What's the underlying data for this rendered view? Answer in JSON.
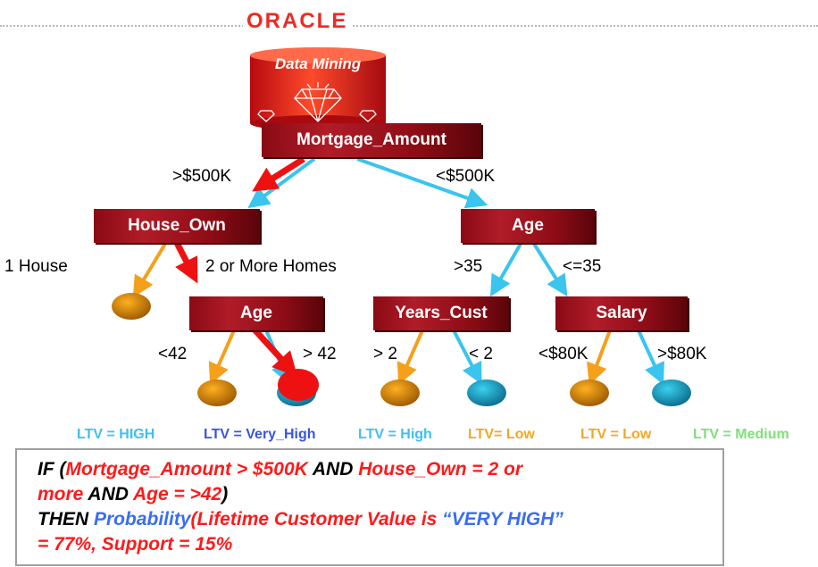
{
  "logo": "ORACLE",
  "database_label": "Data Mining",
  "nodes": {
    "root": "Mortgage_Amount",
    "house_own": "House_Own",
    "age_right": "Age",
    "age_left": "Age",
    "years_cust": "Years_Cust",
    "salary": "Salary"
  },
  "edge_labels": {
    "gt500k": ">$500K",
    "lt500k": "<$500K",
    "one_house": "1 House",
    "two_more": "2 or More Homes",
    "gt35": ">35",
    "le35": "<=35",
    "lt42": "<42",
    "gt42": "> 42",
    "gt2": "> 2",
    "lt2": "< 2",
    "lt80k": "<$80K",
    "gt80k": ">$80K"
  },
  "leaf_labels": [
    {
      "text": "LTV = HIGH",
      "color": "#3fc0ef"
    },
    {
      "text": "LTV = Very_High",
      "color": "#3a55e0"
    },
    {
      "text": "LTV = High",
      "color": "#3fc0ef"
    },
    {
      "text": "LTV= Low",
      "color": "#f5a623"
    },
    {
      "text": "LTV = Low",
      "color": "#f5a623"
    },
    {
      "text": "LTV = Medium",
      "color": "#7ee07a"
    }
  ],
  "rule": {
    "if_kw": "IF (",
    "cond1": "Mortgage_Amount > $500K",
    "and1": " AND ",
    "cond2": "House_Own = 2 or",
    "cond2b": "more ",
    "and2": " AND ",
    "cond3": "Age = >42",
    "close1": ")",
    "then_kw": "THEN ",
    "prob": "Probability",
    "paren": "(",
    "ltv_text": "Lifetime Customer Value is ",
    "very_high": "“VERY HIGH”",
    "line4": "= 77%, Support = 15%"
  },
  "colors": {
    "node_red": "#8a0a14",
    "path_red": "#ee1111",
    "orange": "#f5a01a",
    "cyan": "#3ac4ee",
    "leaf_orange": "#e08a00",
    "leaf_cyan": "#1a9cc0"
  }
}
